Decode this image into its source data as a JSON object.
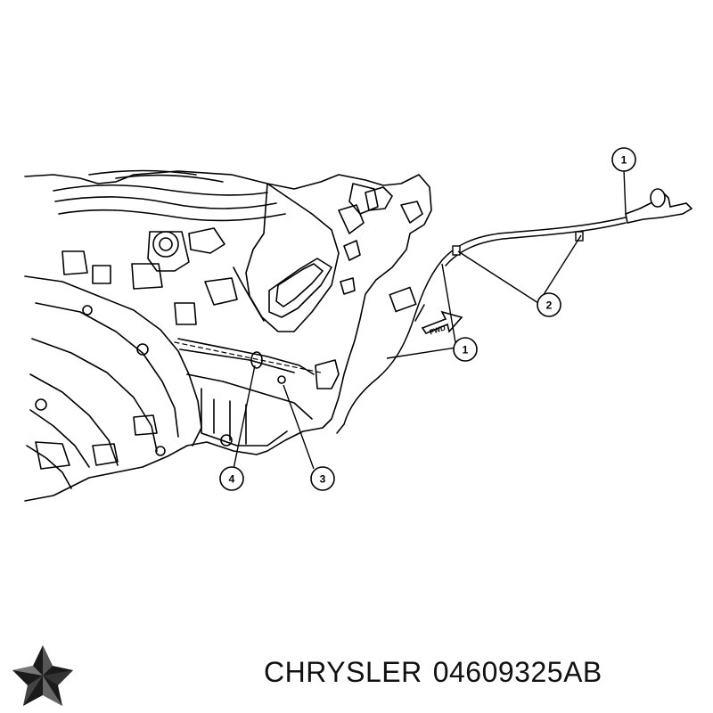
{
  "callouts": [
    {
      "id": "1"
    },
    {
      "id": "2"
    },
    {
      "id": "1"
    },
    {
      "id": "4"
    },
    {
      "id": "3"
    }
  ],
  "arrow_label": "FWD",
  "footer": {
    "brand": "CHRYSLER",
    "part_number": "04609325AB",
    "logo_icon": "pentastar-logo-icon"
  }
}
